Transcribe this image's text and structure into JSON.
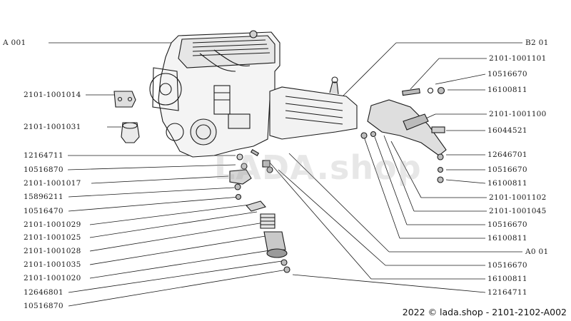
{
  "watermark": "LADA.shop",
  "footer": "2022 © lada.shop - 2101-2102-A002",
  "labels_left": [
    "A 001",
    "2101-1001014",
    "2101-1001031",
    "12164711",
    "10516870",
    "2101-1001017",
    "15896211",
    "10516470",
    "2101-1001029",
    "2101-1001025",
    "2101-1001028",
    "2101-1001035",
    "2101-1001020",
    "12646801",
    "10516870"
  ],
  "labels_right": [
    "B2 01",
    "2101-1001101",
    "10516670",
    "16100811",
    "2101-1001100",
    "16044521",
    "12646701",
    "10516670",
    "16100811",
    "2101-1001102",
    "2101-1001045",
    "10516670",
    "16100811",
    "A0 01",
    "10516670",
    "16100811",
    "12164711"
  ]
}
